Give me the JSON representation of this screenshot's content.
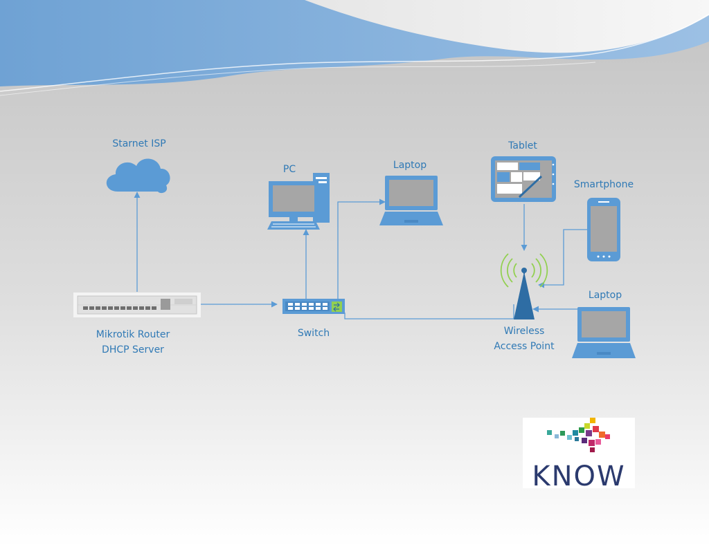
{
  "labels": {
    "isp": "Starnet ISP",
    "router_line1": "Mikrotik Router",
    "router_line2": "DHCP Server",
    "pc": "PC",
    "laptop_top": "Laptop",
    "tablet": "Tablet",
    "smartphone": "Smartphone",
    "switch": "Switch",
    "laptop_right": "Laptop",
    "ap_line1": "Wireless",
    "ap_line2": "Access Point"
  },
  "logo": {
    "text": "KNOW"
  },
  "colors": {
    "device_blue": "#5b9bd5",
    "device_dark": "#2e6da4",
    "screen_gray": "#a6a6a6",
    "label_blue": "#2f79b5",
    "logo_navy": "#2b3a6e",
    "antenna_green": "#92d050"
  }
}
